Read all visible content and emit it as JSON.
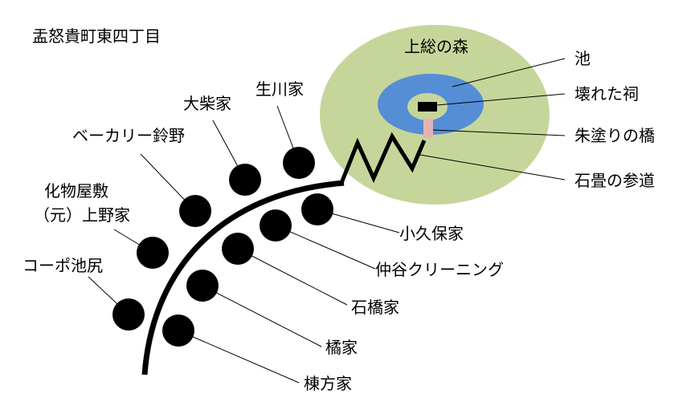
{
  "title": "盂怒貴町東四丁目",
  "forest": {
    "name": "上総の森",
    "color": "#c6d69a",
    "pond_color": "#558ed5",
    "bridge_color": "#e6b1b5"
  },
  "callouts": {
    "pond": "池",
    "shrine": "壊れた祠",
    "bridge": "朱塗りの橋",
    "path": "石畳の参道"
  },
  "houses_outer": {
    "namikata": "コーポ池尻",
    "kabutsu_line1": "化物屋敷",
    "kabutsu_line2": "（元）上野家",
    "suzuno": "ベーカリー鈴野",
    "oshiba": "大柴家",
    "ikugawa": "生川家"
  },
  "houses_inner": {
    "okubo": "小久保家",
    "nakaya": "仲谷クリーニング",
    "ishibashi": "石橋家",
    "tachibana": "橘家",
    "munekata": "棟方家"
  }
}
